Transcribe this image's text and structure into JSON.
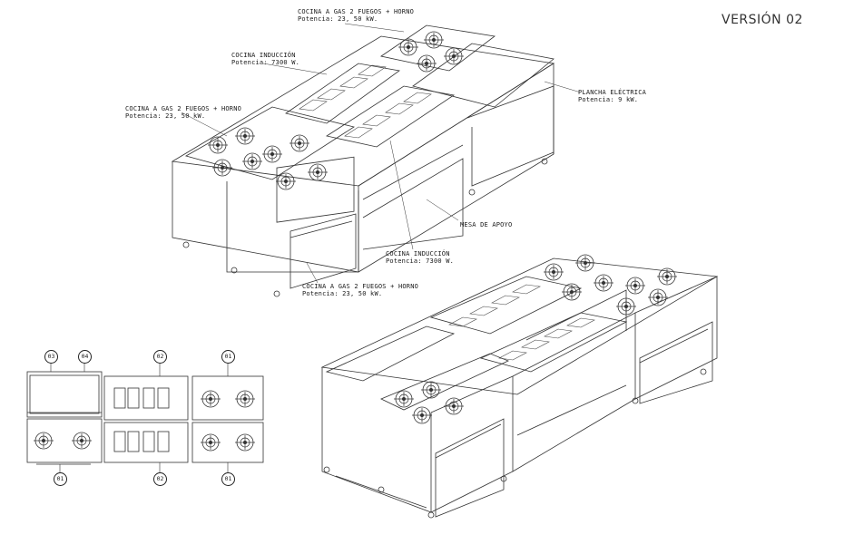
{
  "version": "VERSIÓN 02",
  "labels": {
    "gas_top": {
      "line1": "COCINA A GAS 2 FUEGOS + HORNO",
      "line2": "Potencia: 23, 50 kW."
    },
    "ind_top": {
      "line1": "COCINA INDUCCIÓN",
      "line2": "Potencia: 7300 W."
    },
    "gas_left": {
      "line1": "COCINA A GAS 2 FUEGOS + HORNO",
      "line2": "Potencia: 23, 50 kW."
    },
    "plancha": {
      "line1": "PLANCHA ELÉCTRICA",
      "line2": "Potencia: 9 kW."
    },
    "mesa": {
      "line1": "MESA DE APOYO"
    },
    "ind_mid": {
      "line1": "COCINA INDUCCIÓN",
      "line2": "Potencia: 7300 W."
    },
    "gas_bottom": {
      "line1": "COCINA A GAS 2 FUEGOS + HORNO",
      "line2": "Potencia: 23, 50 kW."
    }
  },
  "plan_tags": {
    "t03": "03",
    "t04": "04",
    "t02_top": "02",
    "t01_top": "01",
    "t01_bottom": "01",
    "t02_bottom": "02",
    "t01_bottom_right": "01"
  }
}
